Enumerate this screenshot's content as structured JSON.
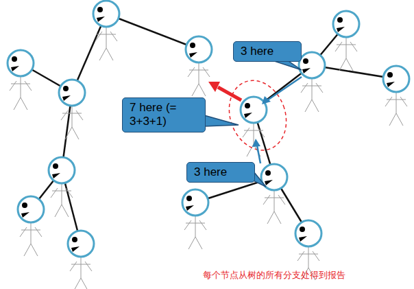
{
  "diagram": {
    "caption": "每个节点从树的所有分支处得到报告",
    "nodes": [
      {
        "text": [
          "3 here"
        ]
      },
      {
        "text": [
          "7 here (= 3+3+1)"
        ]
      },
      {
        "text": [
          "3 here"
        ]
      }
    ]
  }
}
